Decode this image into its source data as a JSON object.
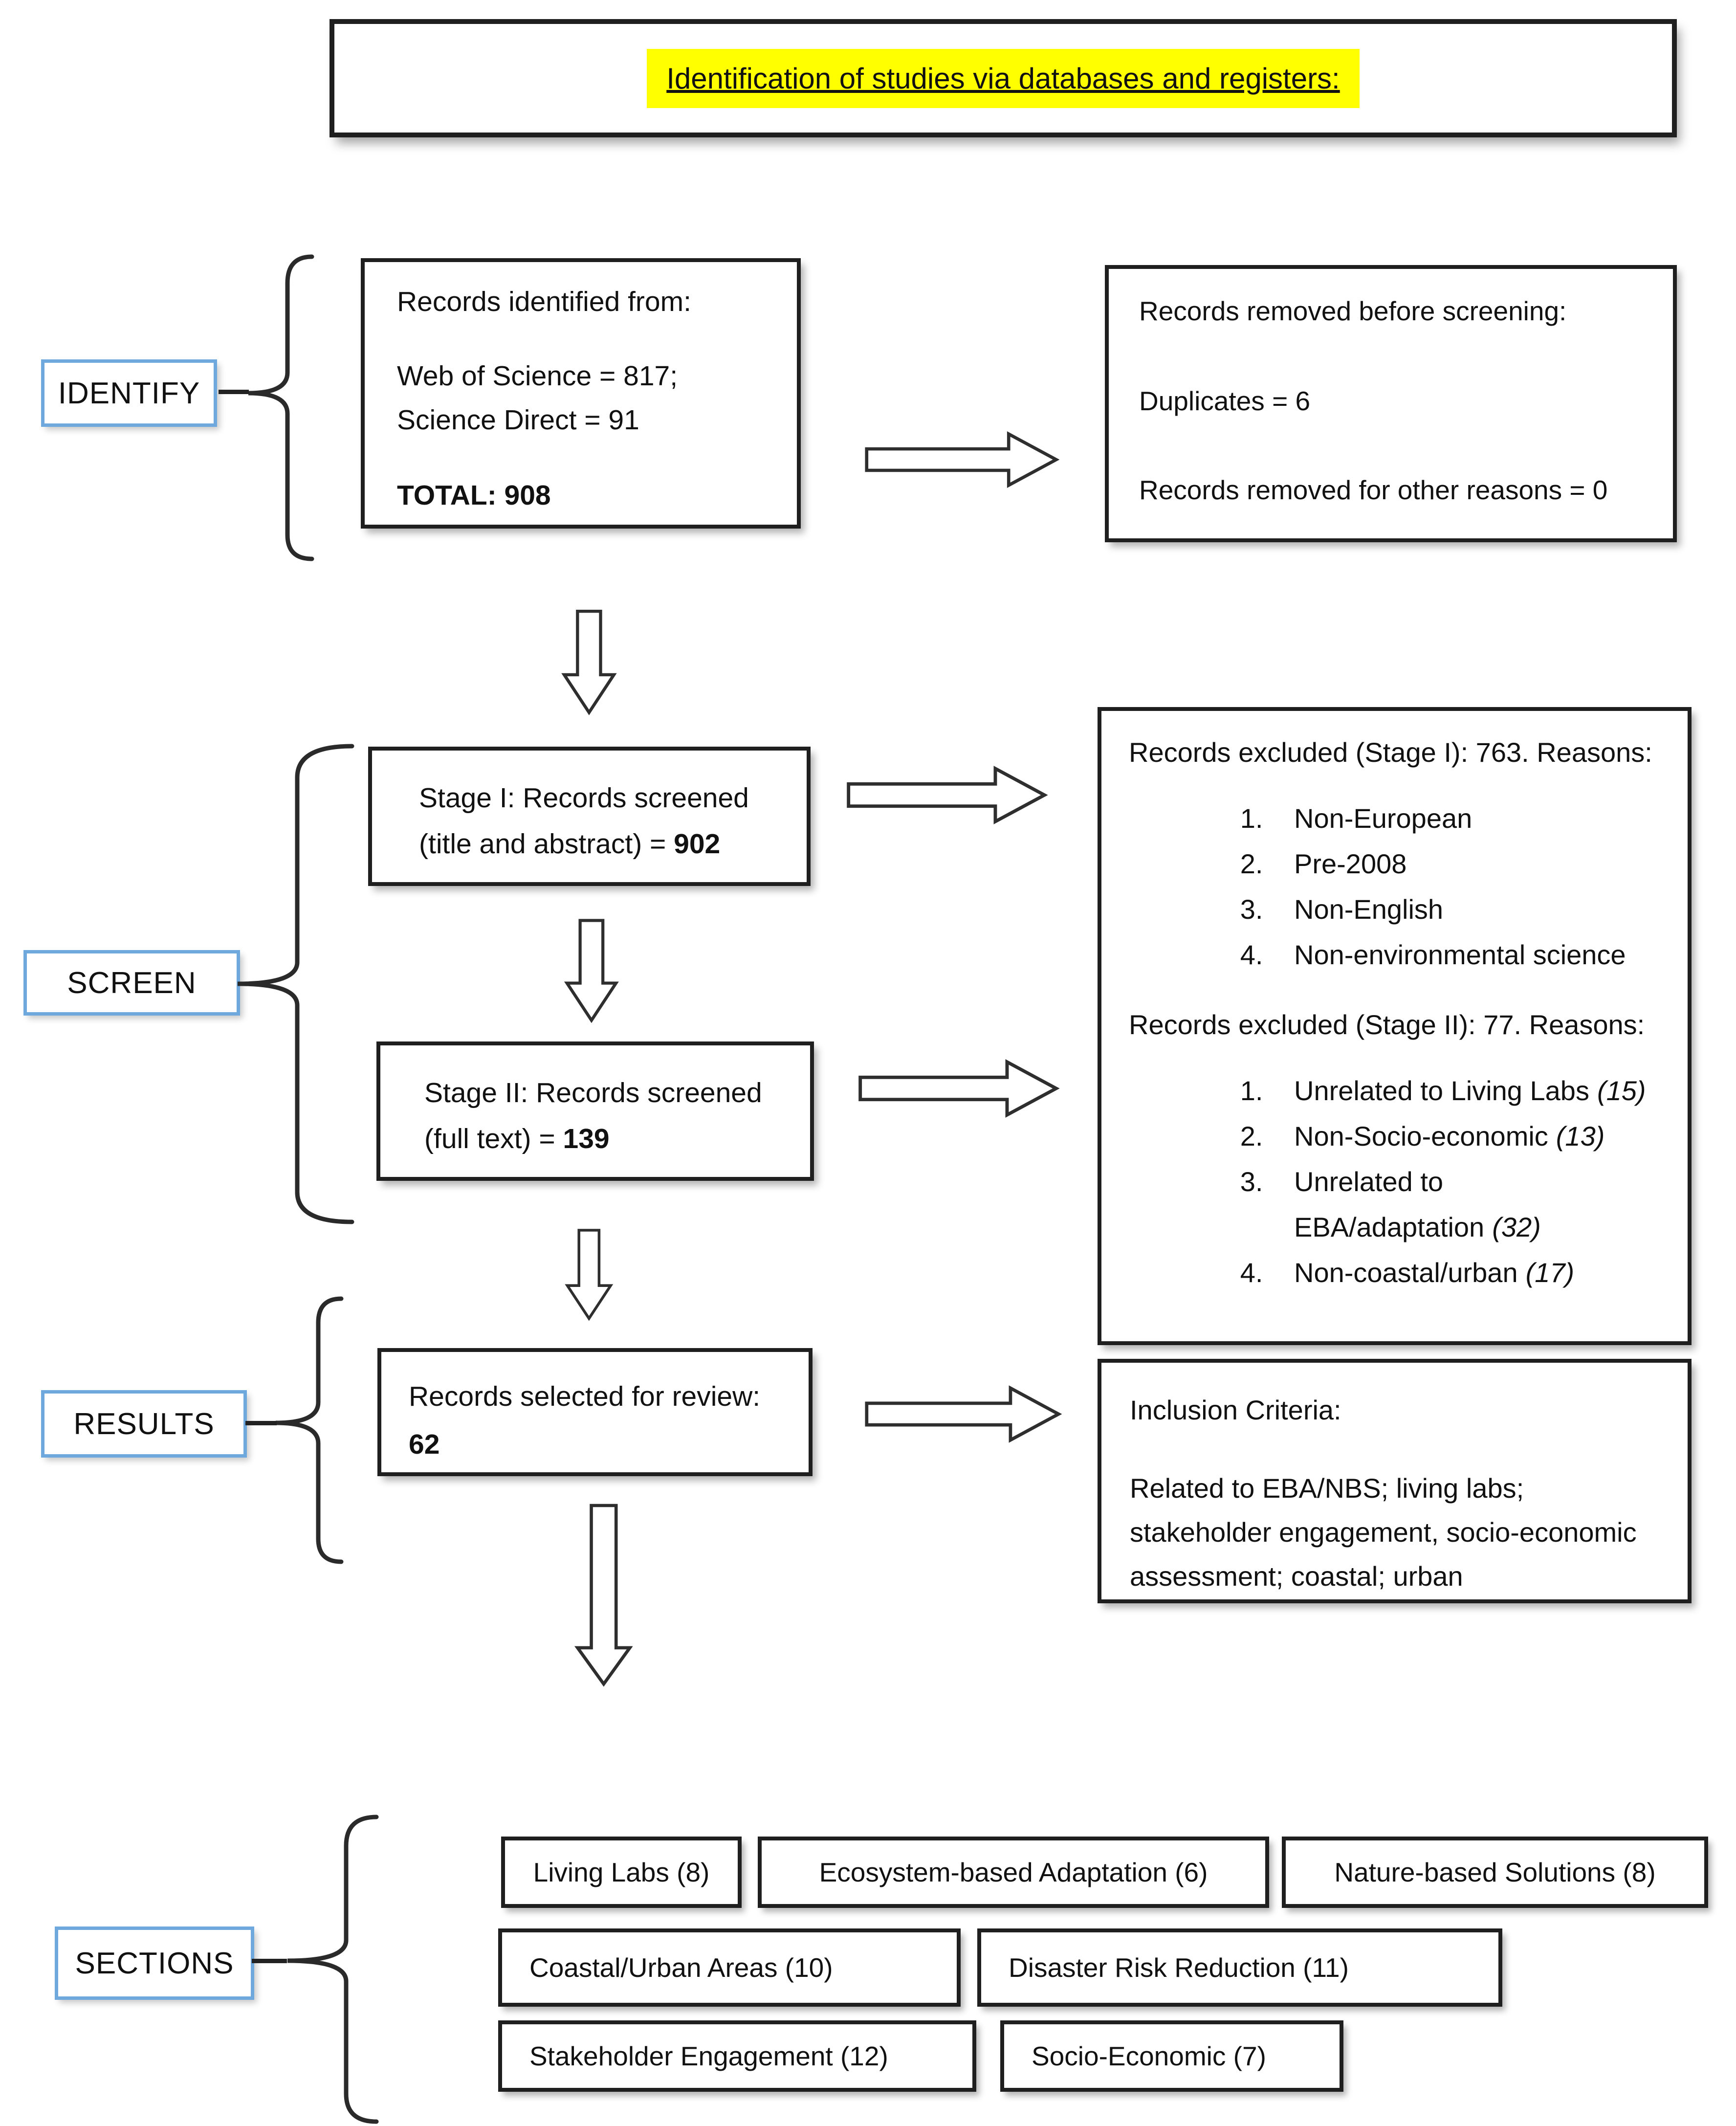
{
  "title": "Identification of studies via databases and registers:",
  "labels": {
    "identify": "IDENTIFY",
    "screen": "SCREEN",
    "results": "RESULTS",
    "sections": "SECTIONS"
  },
  "identified_box": {
    "heading": "Records identified from:",
    "sources": [
      "Web of Science = 817;",
      "Science Direct = 91"
    ],
    "total": "TOTAL: 908"
  },
  "removed_box": {
    "heading": "Records removed before screening:",
    "lines": [
      "Duplicates = 6",
      "Records removed for other reasons = 0"
    ]
  },
  "stage1_box": {
    "line1": "Stage I: Records screened",
    "line2_prefix": "(title and abstract) = ",
    "line2_value": "902"
  },
  "stage2_box": {
    "line1": "Stage II: Records screened",
    "line2_prefix": "(full text) = ",
    "line2_value": "139"
  },
  "excluded_box": {
    "stage1_heading": "Records excluded (Stage I): 763. Reasons:",
    "stage1_reasons": [
      "Non-European",
      "Pre-2008",
      "Non-English",
      "Non-environmental science"
    ],
    "stage2_heading": "Records excluded (Stage II): 77. Reasons:",
    "stage2_reasons": [
      {
        "text": "Unrelated to Living Labs",
        "count": "(15)"
      },
      {
        "text": "Non-Socio-economic",
        "count": "(13)"
      },
      {
        "text": "Unrelated to EBA/adaptation",
        "count": "(32)"
      },
      {
        "text": "Non-coastal/urban",
        "count": "(17)"
      }
    ]
  },
  "selected_box": {
    "line1": "Records selected for review:",
    "value": "62"
  },
  "inclusion_box": {
    "heading": "Inclusion Criteria:",
    "body": "Related to EBA/NBS; living labs; stakeholder engagement, socio-economic assessment; coastal; urban"
  },
  "sections": {
    "row1": [
      "Living Labs (8)",
      "Ecosystem-based Adaptation (6)",
      "Nature-based Solutions (8)"
    ],
    "row2": [
      "Coastal/Urban Areas (10)",
      "Disaster Risk Reduction (11)"
    ],
    "row3": [
      "Stakeholder Engagement (12)",
      "Socio-Economic (7)"
    ]
  },
  "colors": {
    "highlight": "#ffff00",
    "label_border": "#6fa8dc",
    "box_border": "#1f1f1f"
  }
}
